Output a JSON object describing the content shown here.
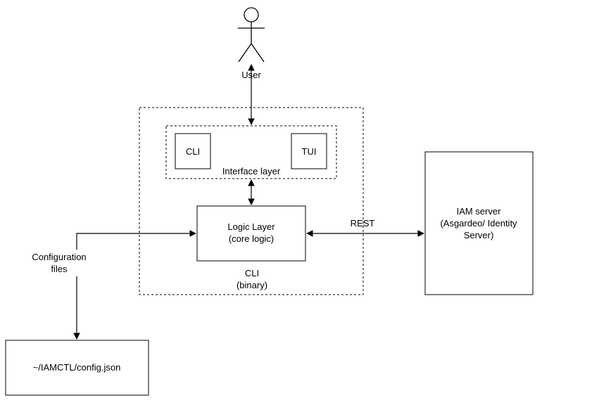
{
  "diagram": {
    "actor": {
      "label": "User"
    },
    "cli_container": {
      "label_line1": "CLI",
      "label_line2": "(binary)"
    },
    "interface_layer": {
      "label": "Interface layer",
      "cli_box": "CLI",
      "tui_box": "TUI"
    },
    "logic_layer": {
      "line1": "Logic Layer",
      "line2": "(core logic)"
    },
    "iam_server": {
      "line1": "IAM server",
      "line2": "(Asgardeo/ Identity",
      "line3": "Server)"
    },
    "config_file": {
      "label": "~/IAMCTL/config.json"
    },
    "edges": {
      "rest": "REST",
      "config_line1": "Configuration",
      "config_line2": "files"
    },
    "colors": {
      "stroke": "#000000",
      "background": "#ffffff"
    }
  }
}
